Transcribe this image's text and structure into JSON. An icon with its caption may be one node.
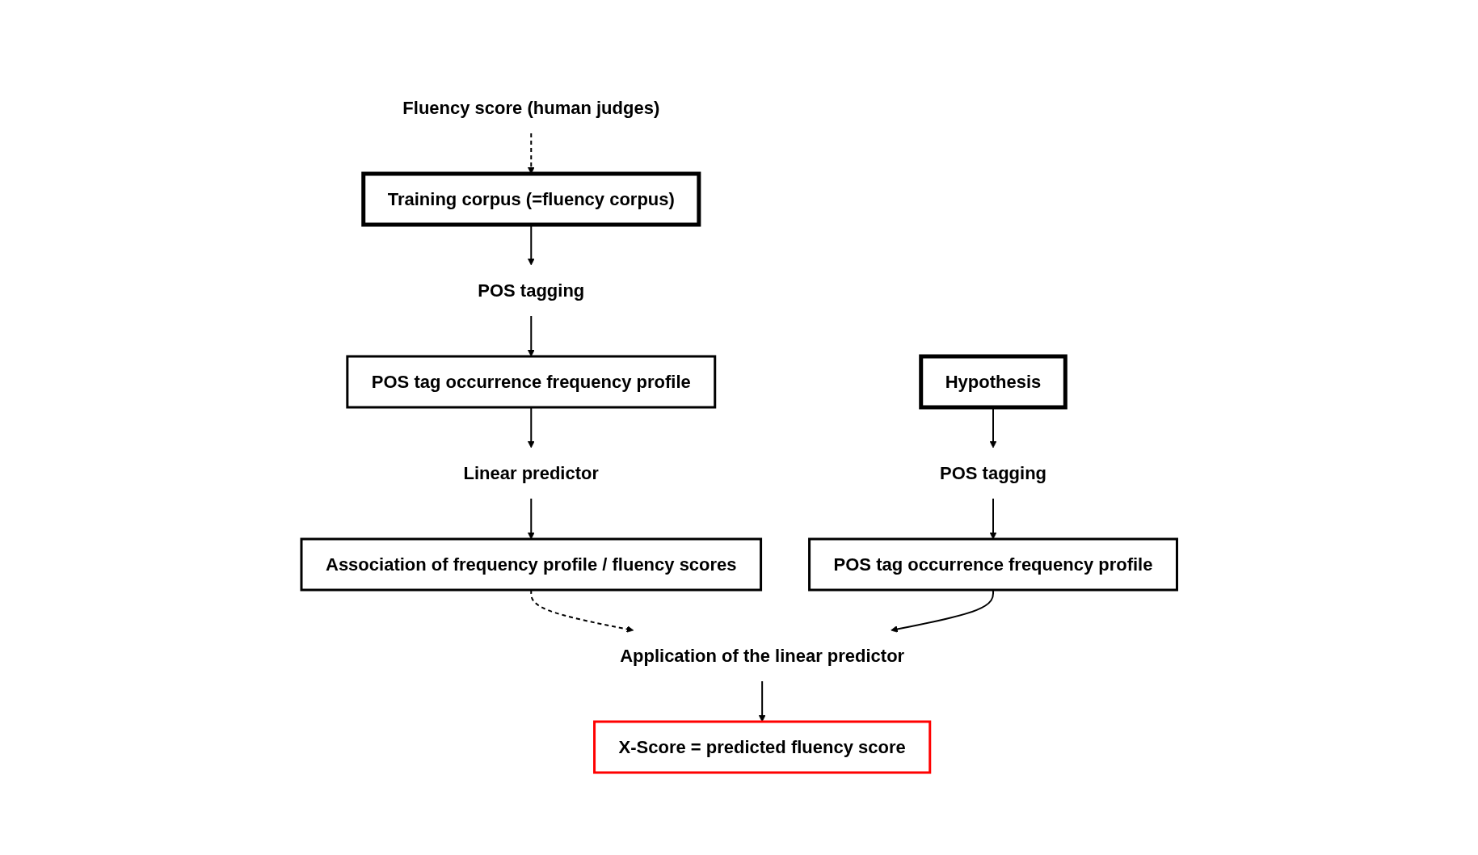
{
  "diagram": {
    "nodes": [
      {
        "text": [
          "Training corpus (=fluency corpus)"
        ]
      },
      {
        "text": [
          "POS tagging"
        ]
      },
      {
        "text": [
          "POS tag occurrence frequency profile"
        ]
      },
      {
        "text": [
          "Linear predictor"
        ]
      },
      {
        "text": [
          "Association of frequency profile / fluency scores"
        ]
      },
      {
        "text": [
          "Fluency score (human judges)"
        ]
      },
      {
        "text": [
          "Hypothesis"
        ]
      },
      {
        "text": [
          "POS tagging"
        ]
      },
      {
        "text": [
          "POS tag occurrence frequency profile"
        ]
      },
      {
        "text": [
          "Application of the linear predictor"
        ]
      },
      {
        "text": [
          "X-Score = predicted fluency score"
        ]
      }
    ],
    "edges": [
      {
        "from": 5,
        "to": 0,
        "arrow": "to",
        "style": "dashed"
      },
      {
        "from": 0,
        "to": 1,
        "arrow": "to"
      },
      {
        "from": 1,
        "to": 2,
        "arrow": "to"
      },
      {
        "from": 2,
        "to": 3,
        "arrow": "to"
      },
      {
        "from": 3,
        "to": 4,
        "arrow": "to"
      },
      {
        "from": 4,
        "to": 9,
        "arrow": "to",
        "style": "dashed"
      },
      {
        "from": 6,
        "to": 7,
        "arrow": "to"
      },
      {
        "from": 7,
        "to": 8,
        "arrow": "to"
      },
      {
        "from": 8,
        "to": 9,
        "arrow": "to"
      },
      {
        "from": 9,
        "to": 10,
        "arrow": "to"
      }
    ]
  }
}
